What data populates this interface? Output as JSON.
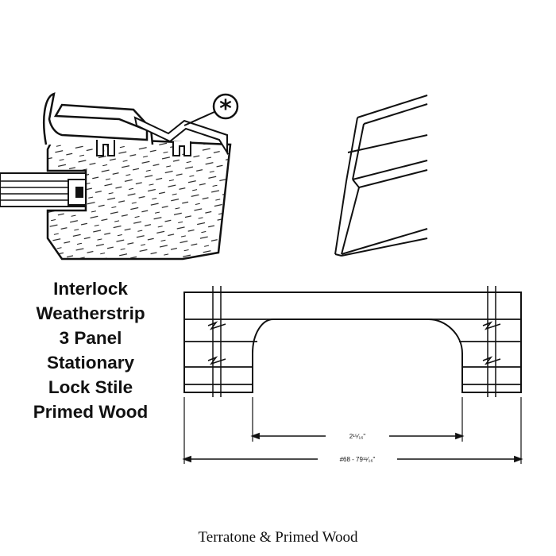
{
  "title_lines": [
    "Interlock",
    "Weatherstrip",
    "3 Panel",
    "Stationary",
    "Lock Stile",
    "Primed Wood"
  ],
  "callout_symbol": "*",
  "dimensions": {
    "inner_width": "2¹⁵⁄₁₆\"",
    "overall_width": "#68 - 79¹¹⁄₁₆\""
  },
  "caption": "Terratone & Primed Wood",
  "colors": {
    "ink": "#111111",
    "background": "#ffffff"
  }
}
